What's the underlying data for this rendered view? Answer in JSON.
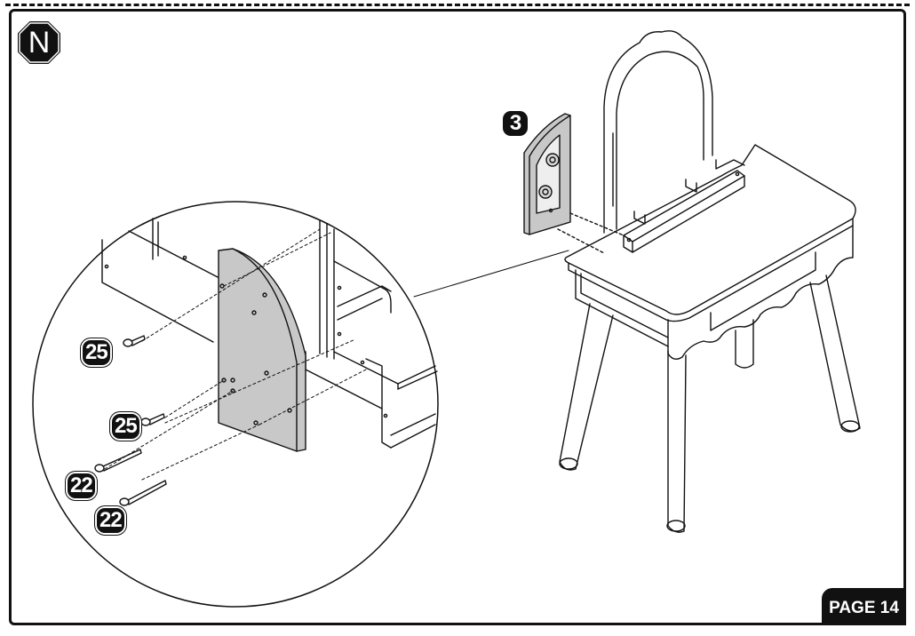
{
  "step": {
    "letter": "N"
  },
  "page": {
    "label": "PAGE 14"
  },
  "callouts": {
    "part_panel": "3",
    "screw_upper": "25",
    "screw_middle": "25",
    "screw_long_a": "22",
    "screw_long_b": "22"
  },
  "colors": {
    "ink": "#111111",
    "panel_fill": "#c8c8c8",
    "paper": "#ffffff"
  },
  "icons": {
    "step": "octagon-badge-icon",
    "screw": "screw-icon"
  }
}
